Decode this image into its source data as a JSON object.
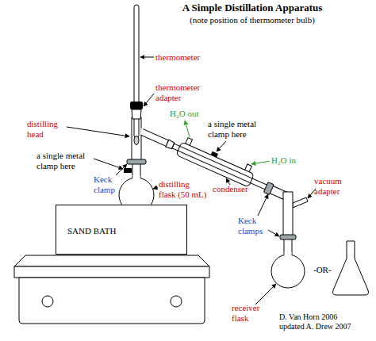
{
  "diagram": {
    "title": "A Simple Distillation Apparatus",
    "nodes": [
      {
        "text": [
          "SAND BATH"
        ]
      }
    ],
    "labels": [
      "(note position of thermometer bulb)",
      "thermometer",
      "thermometer adapter",
      "distilling head",
      "a single metal clamp here",
      "Keck clamp",
      "distilling flask (50 mL)",
      "H₂O out",
      "a single metal clamp here",
      "condenser",
      "H₂O in",
      "vacuum adapter",
      "Keck clamps",
      "-OR-",
      "receiver flask",
      "D. Van Horn 2006",
      "updated A. Drew 2007"
    ]
  }
}
